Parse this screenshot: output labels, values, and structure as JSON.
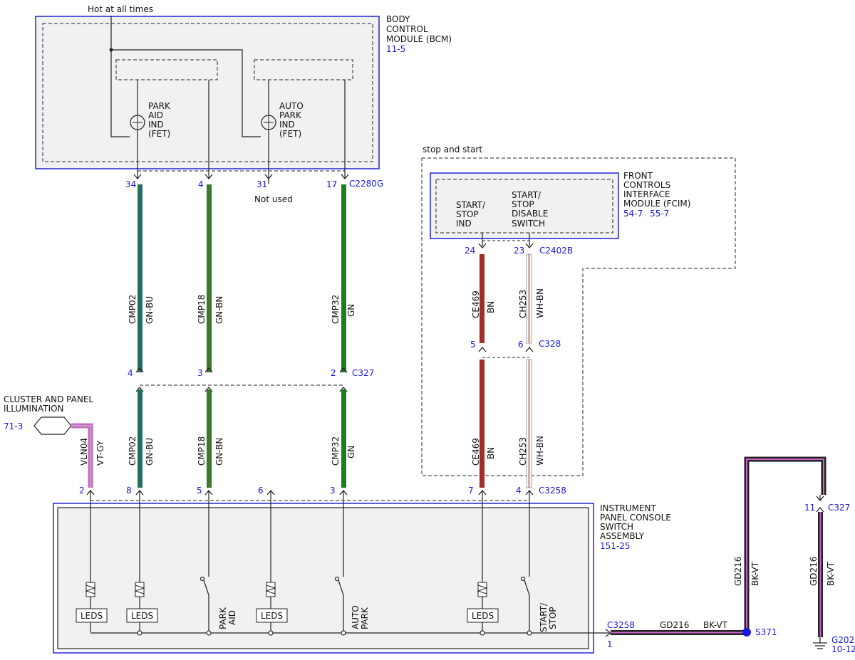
{
  "labels": {
    "hot": "Hot at all times",
    "bcm_l1": "BODY",
    "bcm_l2": "CONTROL",
    "bcm_l3": "MODULE (BCM)",
    "bcm_ref": "11-5",
    "park_l1": "PARK",
    "park_l2": "AID",
    "park_l3": "IND",
    "park_l4": "(FET)",
    "auto_l1": "AUTO",
    "auto_l2": "PARK",
    "auto_l3": "IND",
    "auto_l4": "(FET)",
    "not_used": "Not used",
    "stop_start": "stop and start",
    "fcim_l1": "FRONT",
    "fcim_l2": "CONTROLS",
    "fcim_l3": "INTERFACE",
    "fcim_l4": "MODULE (FCIM)",
    "fcim_ref1": "54-7",
    "fcim_ref2": "55-7",
    "ssind_l1": "START/",
    "ssind_l2": "STOP",
    "ssind_l3": "IND",
    "ssdis_l1": "START/",
    "ssdis_l2": "STOP",
    "ssdis_l3": "DISABLE",
    "ssdis_l4": "SWITCH",
    "cluster_l1": "CLUSTER AND PANEL",
    "cluster_l2": "ILLUMINATION",
    "cluster_ref": "71-3",
    "ipc_l1": "INSTRUMENT",
    "ipc_l2": "PANEL CONSOLE",
    "ipc_l3": "SWITCH",
    "ipc_l4": "ASSEMBLY",
    "ipc_ref": "151-25",
    "leds": "LEDS",
    "sw_park_l1": "PARK",
    "sw_park_l2": "AID",
    "sw_auto_l1": "AUTO",
    "sw_auto_l2": "PARK",
    "sw_ss_l1": "START/",
    "sw_ss_l2": "STOP"
  },
  "connectors": {
    "c2280g": "C2280G",
    "c327": "C327",
    "c2402b": "C2402B",
    "c328": "C328",
    "c3258": "C3258",
    "c3258b": "C3258",
    "c327b": "C327",
    "s371": "S371",
    "g202": "G202",
    "g202_ref": "10-12"
  },
  "pins": {
    "bcm34": "34",
    "bcm4": "4",
    "bcm31": "31",
    "bcm17": "17",
    "c327_4": "4",
    "c327_3": "3",
    "c327_2": "2",
    "fcim24": "24",
    "fcim23": "23",
    "c328_5": "5",
    "c328_6": "6",
    "ipc2": "2",
    "ipc8": "8",
    "ipc5": "5",
    "ipc6": "6",
    "ipc3": "3",
    "ipc7": "7",
    "ipc4": "4",
    "ipc1": "1",
    "c327_11": "11"
  },
  "wires": {
    "w1": {
      "circuit": "CMP02",
      "color": "GN-BU",
      "hex": "#1f7a2e",
      "stripe": "#2a4fd6"
    },
    "w2": {
      "circuit": "CMP18",
      "color": "GN-BN",
      "hex": "#2e7d2e",
      "stripe": "#8a5a2b"
    },
    "w3": {
      "circuit": "CMP32",
      "color": "GN",
      "hex": "#1c7f1c"
    },
    "w4": {
      "circuit": "CE469",
      "color": "BN",
      "hex": "#a52a2a"
    },
    "w5": {
      "circuit": "CH253",
      "color": "WH-BN",
      "hex": "#ffffff",
      "stripe": "#8a5a2b"
    },
    "w6": {
      "circuit": "VLN04",
      "color": "VT-GY",
      "hex": "#cc66cc",
      "stripe": "#888888"
    },
    "w7": {
      "circuit": "GD216",
      "color": "BK-VT",
      "hex": "#222222",
      "stripe": "#cc66cc"
    }
  },
  "colors": {
    "box_line": "#2323d8",
    "module_fill": "#f1f1f1",
    "splice": "#1a1ae6"
  }
}
